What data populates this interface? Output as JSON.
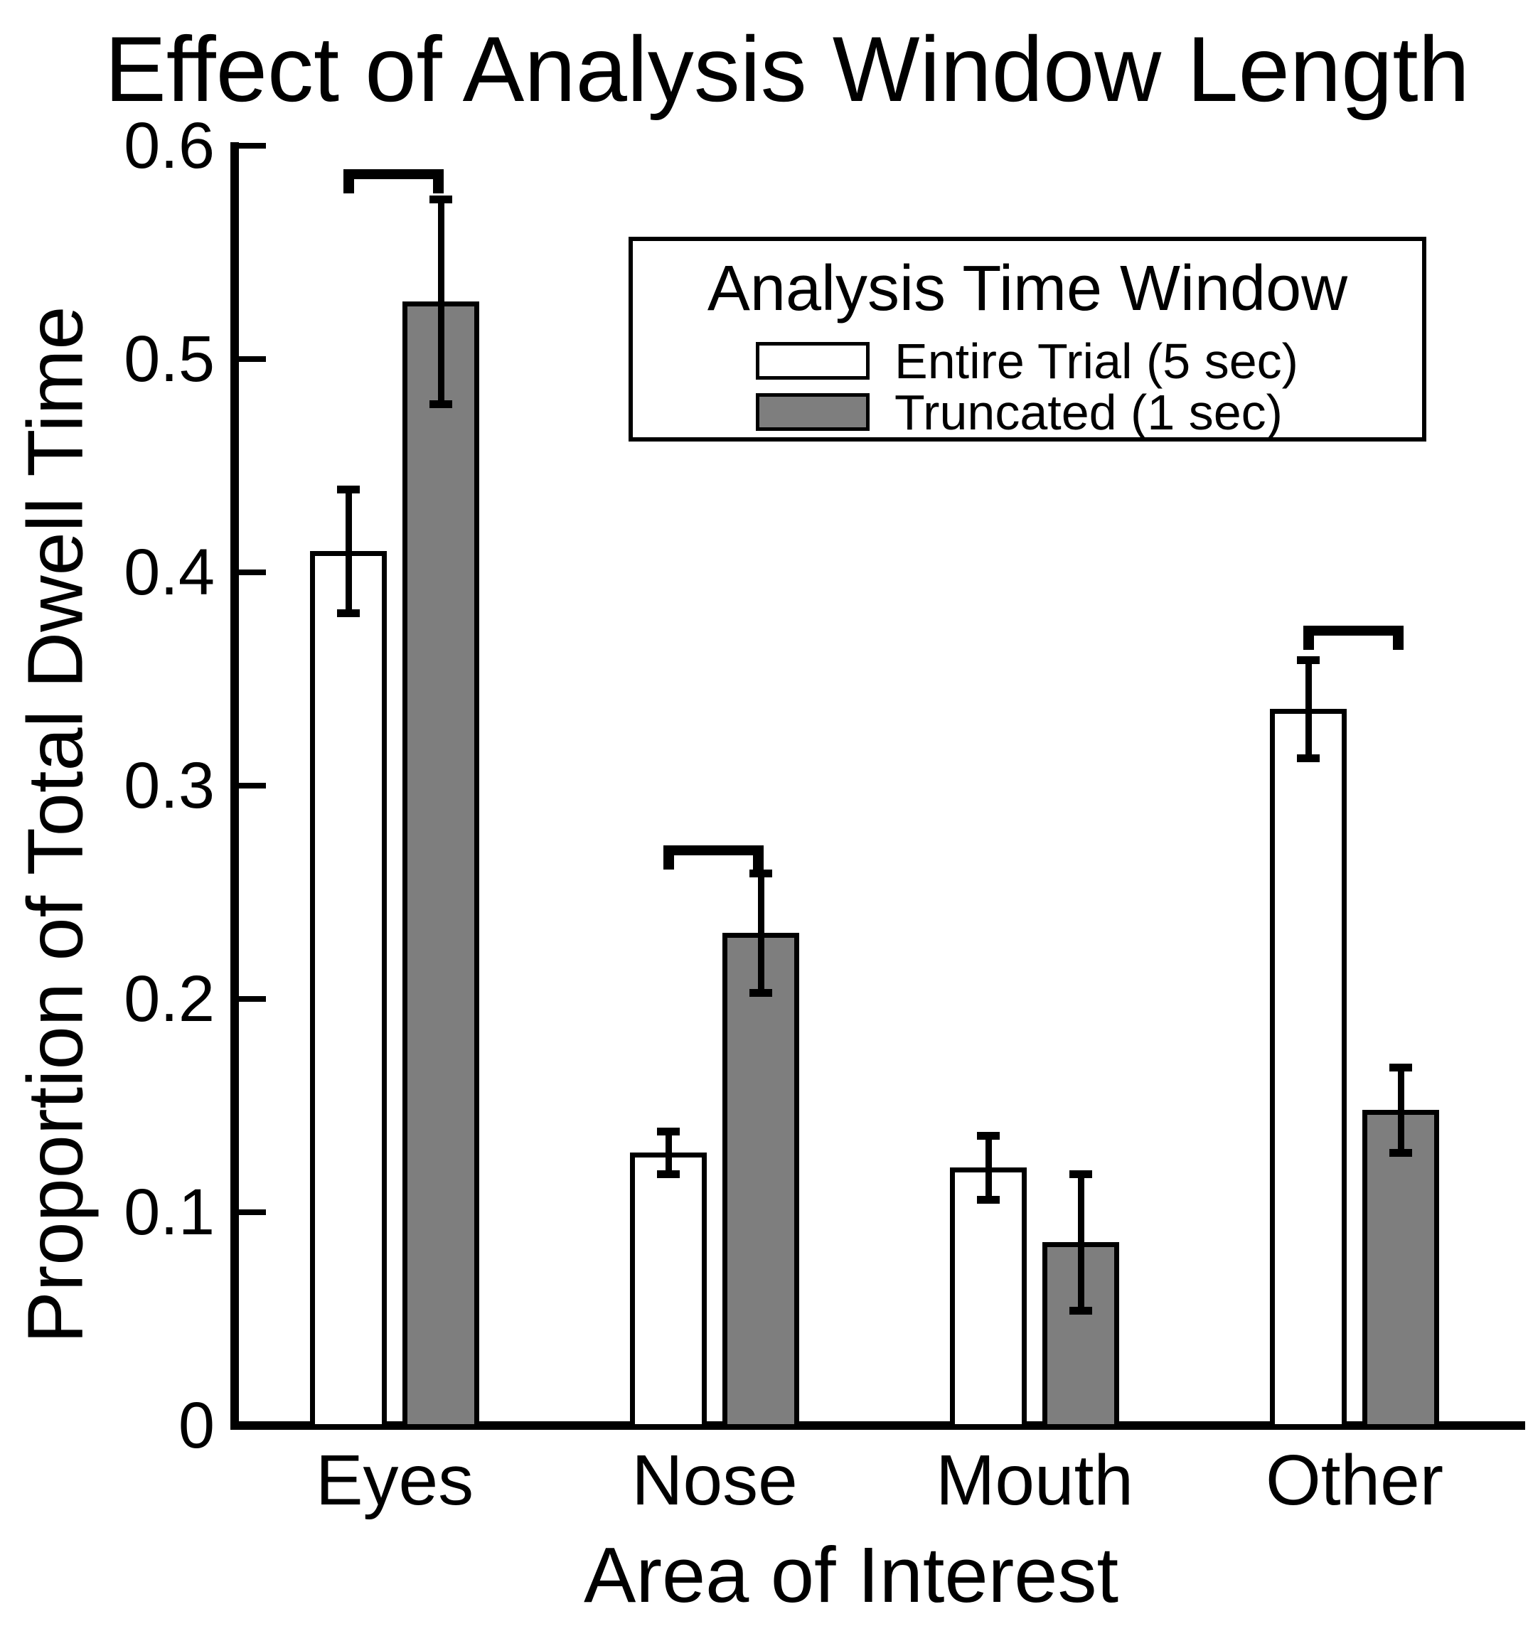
{
  "title": "Effect of Analysis Window Length",
  "axes": {
    "y_label": "Proportion of Total Dwell Time",
    "x_label": "Area of Interest",
    "y_ticks": [
      {
        "value": 0,
        "label": "0"
      },
      {
        "value": 0.1,
        "label": "0.1"
      },
      {
        "value": 0.2,
        "label": "0.2"
      },
      {
        "value": 0.3,
        "label": "0.3"
      },
      {
        "value": 0.4,
        "label": "0.4"
      },
      {
        "value": 0.5,
        "label": "0.5"
      },
      {
        "value": 0.6,
        "label": "0.6"
      }
    ]
  },
  "legend": {
    "title": "Analysis Time Window",
    "entries": [
      {
        "label": "Entire Trial (5 sec)",
        "fill": "#ffffff"
      },
      {
        "label": "Truncated (1 sec)",
        "fill": "#7e7e7e"
      }
    ]
  },
  "colors": {
    "axis": "#000000",
    "bar_outline": "#000000",
    "white_bar_fill": "#ffffff",
    "gray_bar_fill": "#7e7e7e"
  },
  "chart_data": {
    "type": "bar",
    "title": "Effect of Analysis Window Length",
    "xlabel": "Area of Interest",
    "ylabel": "Proportion of Total Dwell Time",
    "ylim": [
      0,
      0.6
    ],
    "grid": false,
    "legend_position": "upper right inside",
    "categories": [
      "Eyes",
      "Nose",
      "Mouth",
      "Other"
    ],
    "series": [
      {
        "name": "Entire Trial (5 sec)",
        "fill": "#ffffff",
        "values": [
          0.41,
          0.128,
          0.121,
          0.336
        ],
        "errors": [
          0.029,
          0.01,
          0.015,
          0.023
        ]
      },
      {
        "name": "Truncated (1 sec)",
        "fill": "#7e7e7e",
        "values": [
          0.527,
          0.231,
          0.086,
          0.148
        ],
        "errors": [
          0.048,
          0.028,
          0.032,
          0.02
        ]
      }
    ],
    "significance_brackets": [
      {
        "category": "Eyes",
        "y": 0.589
      },
      {
        "category": "Nose",
        "y": 0.272
      },
      {
        "category": "Other",
        "y": 0.375
      }
    ]
  }
}
